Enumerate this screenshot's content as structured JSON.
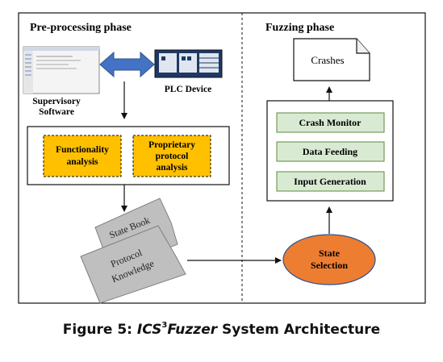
{
  "colors": {
    "analysis_fill": "#ffc000",
    "module_fill": "#d9ead3",
    "module_border": "#5b8a3c",
    "arrow_blue": "#4472c4",
    "state_selection_fill": "#ed7d31",
    "note_gray": "#bfbfbf"
  },
  "phases": {
    "preprocessing": "Pre-processing phase",
    "fuzzing": "Fuzzing phase"
  },
  "preprocessing": {
    "supervisory_line1": "Supervisory",
    "supervisory_line2": "Software",
    "plc_label": "PLC Device",
    "functionality_line1": "Functionality",
    "functionality_line2": "analysis",
    "proprietary_line1": "Proprietary",
    "proprietary_line2": "protocol",
    "proprietary_line3": "analysis",
    "state_book": "State Book",
    "protocol_line1": "Protocol",
    "protocol_line2": "Knowledge"
  },
  "fuzzing": {
    "crashes": "Crashes",
    "crash_monitor": "Crash Monitor",
    "data_feeding": "Data Feeding",
    "input_generation": "Input Generation",
    "state_line1": "State",
    "state_line2": "Selection"
  },
  "caption": {
    "prefix": "Figure 5: ",
    "ics": "ICS",
    "sup": "3",
    "fuzzer": "Fuzzer",
    "suffix": " System Architecture"
  }
}
